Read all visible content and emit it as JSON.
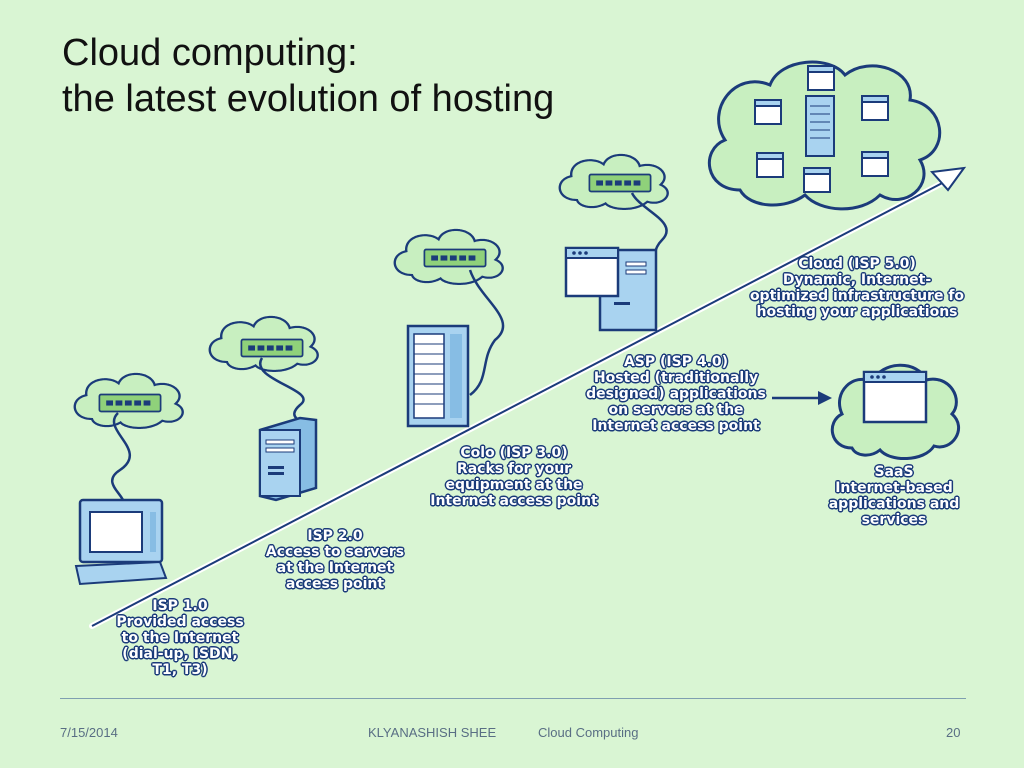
{
  "title": {
    "line1": "Cloud computing:",
    "line2": "the latest evolution of hosting"
  },
  "stages": [
    {
      "heading": "ISP 1.0",
      "lines": [
        "Provided access",
        "to the Internet",
        "(dial-up, ISDN,",
        "T1, T3)"
      ]
    },
    {
      "heading": "ISP 2.0",
      "lines": [
        "Access to servers",
        "at the Internet",
        "access point"
      ]
    },
    {
      "heading": "Colo (ISP 3.0)",
      "lines": [
        "Racks for your",
        "equipment at the",
        "Internet access point"
      ]
    },
    {
      "heading": "ASP (ISP 4.0)",
      "lines": [
        "Hosted (traditionally",
        "designed) applications",
        "on servers at the",
        "Internet access point"
      ]
    },
    {
      "heading": "Cloud (ISP 5.0)",
      "lines": [
        "Dynamic, Internet-",
        "optimized infrastructure fo",
        "hosting your applications"
      ]
    },
    {
      "heading": "SaaS",
      "lines": [
        "Internet-based",
        "applications and",
        "services"
      ]
    }
  ],
  "footer": {
    "date": "7/15/2014",
    "author": "KLYANASHISH SHEE",
    "topic": "Cloud Computing",
    "page": "20"
  },
  "colors": {
    "background": "#d9f5d3",
    "cloud_fill": "#c8efc0",
    "outline": "#1b3b7a",
    "device_fill": "#a9d3f0",
    "switch_fill": "#8fd17a"
  }
}
